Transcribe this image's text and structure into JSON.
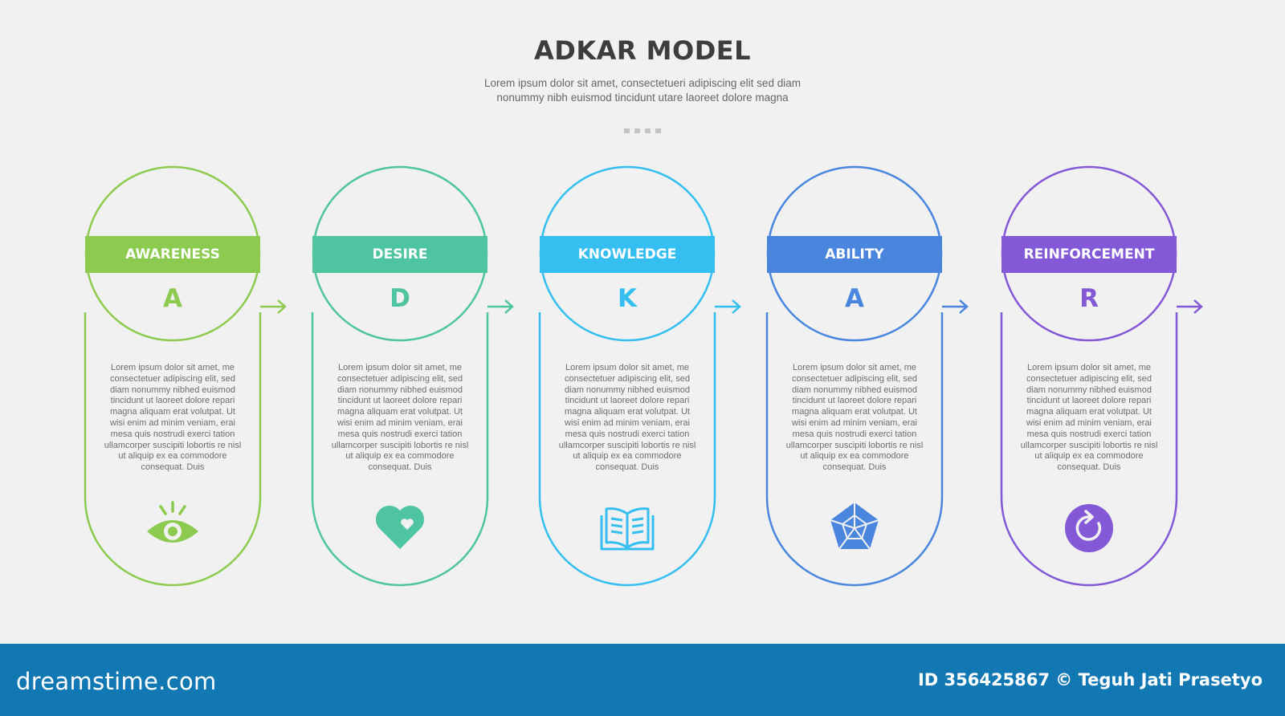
{
  "header": {
    "title": "ADKAR MODEL",
    "subtitle": "Lorem ipsum dolor sit amet, consectetueri adipiscing elit sed diam nonummy nibh euismod tincidunt utare laoreet dolore magna"
  },
  "stages": [
    {
      "label": "AWARENESS",
      "letter": "A",
      "color": "#8ccb4f",
      "icon": "eye-icon",
      "description": "Lorem ipsum dolor sit amet, me consectetuer adipiscing elit, sed diam nonummy nibhed euismod tincidunt ut laoreet dolore repari magna aliquam erat volutpat. Ut wisi enim ad minim veniam, erai mesa quis nostrudi exerci tation ullamcorper suscipiti lobortis re nisl ut aliquip ex ea commodore  consequat. Duis"
    },
    {
      "label": "DESIRE",
      "letter": "D",
      "color": "#4fc4a0",
      "icon": "heart-icon",
      "description": "Lorem ipsum dolor sit amet, me consectetuer adipiscing elit, sed diam nonummy nibhed euismod tincidunt ut laoreet dolore repari magna aliquam erat volutpat. Ut wisi enim ad minim veniam, erai mesa quis nostrudi exerci tation ullamcorper suscipiti lobortis re nisl ut aliquip ex ea commodore  consequat. Duis"
    },
    {
      "label": "KNOWLEDGE",
      "letter": "K",
      "color": "#35bef0",
      "icon": "book-icon",
      "description": "Lorem ipsum dolor sit amet, me consectetuer adipiscing elit, sed diam nonummy nibhed euismod tincidunt ut laoreet dolore repari magna aliquam erat volutpat. Ut wisi enim ad minim veniam, erai mesa quis nostrudi exerci tation ullamcorper suscipiti lobortis re nisl ut aliquip ex ea commodore  consequat. Duis"
    },
    {
      "label": "ABILITY",
      "letter": "A",
      "color": "#4a86dd",
      "icon": "pentagon-web-icon",
      "description": "Lorem ipsum dolor sit amet, me consectetuer adipiscing elit, sed diam nonummy nibhed euismod tincidunt ut laoreet dolore repari magna aliquam erat volutpat. Ut wisi enim ad minim veniam, erai mesa quis nostrudi exerci tation ullamcorper suscipiti lobortis re nisl ut aliquip ex ea commodore  consequat. Duis"
    },
    {
      "label": "REINFORCEMENT",
      "letter": "R",
      "color": "#8459d7",
      "icon": "refresh-icon",
      "description": "Lorem ipsum dolor sit amet, me consectetuer adipiscing elit, sed diam nonummy nibhed euismod tincidunt ut laoreet dolore repari magna aliquam erat volutpat. Ut wisi enim ad minim veniam, erai mesa quis nostrudi exerci tation ullamcorper suscipiti lobortis re nisl ut aliquip ex ea commodore  consequat. Duis"
    }
  ],
  "footer": {
    "brand": "dreamstime.com",
    "credit": "ID 356425867 © Teguh Jati Prasetyo",
    "background": "#1178b3"
  }
}
